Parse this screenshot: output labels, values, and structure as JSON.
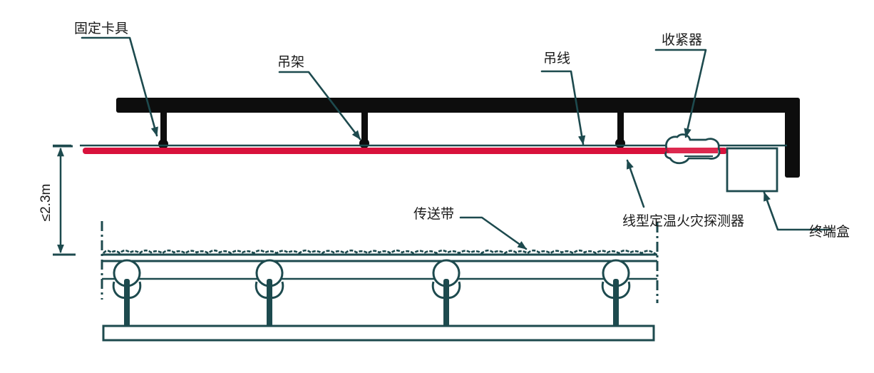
{
  "diagram": {
    "title": "",
    "colors": {
      "beam": "#0d0d0d",
      "detector_cable": "#d8123c",
      "outline": "#1d4a4e",
      "text": "#1a1a1a"
    },
    "labels": {
      "fixed_clamp": "固定卡具",
      "hanger": "吊架",
      "suspension_wire": "吊线",
      "tensioner": "收紧器",
      "linear_heat_detector": "线型定温火灾探测器",
      "terminal_box": "终端盒",
      "conveyor_belt": "传送带",
      "height_dimension": "≤2.3m"
    },
    "components": {
      "hanger_count": 3,
      "roller_count": 4
    }
  }
}
